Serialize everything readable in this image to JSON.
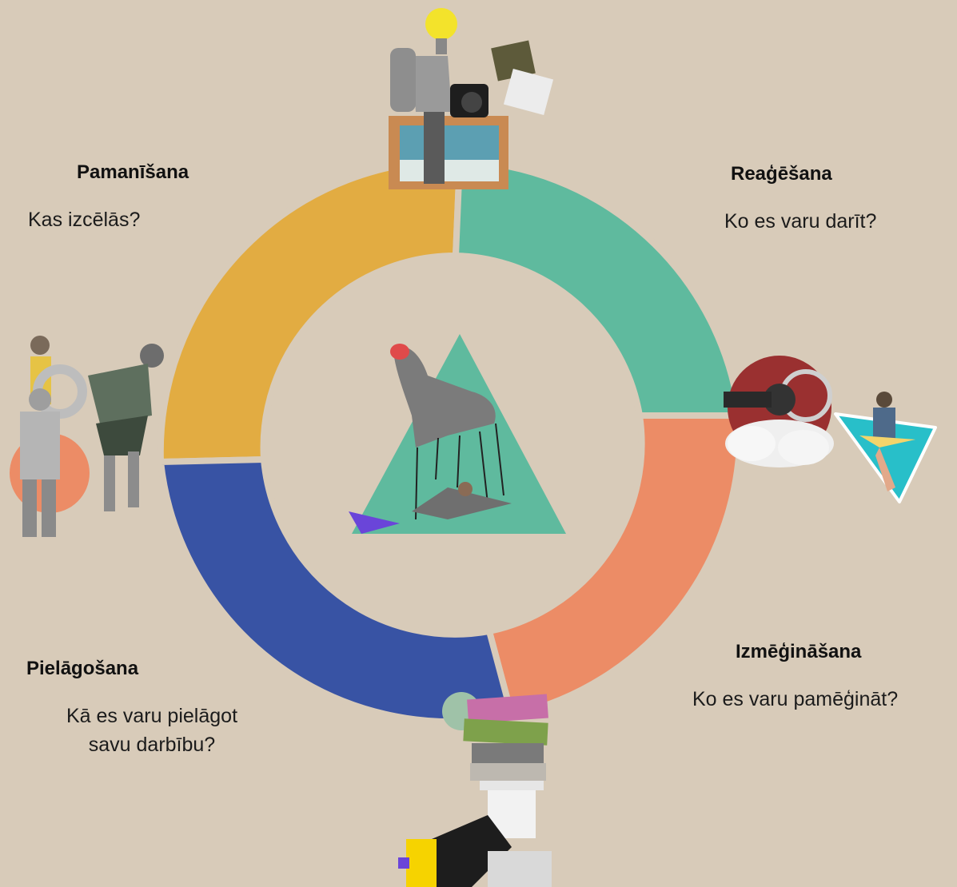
{
  "cycle": {
    "stages": [
      {
        "id": "noticing",
        "title": "Pamanīšana",
        "question": "Kas izcēlās?",
        "color": "#e2ac42"
      },
      {
        "id": "reacting",
        "title": "Reaģēšana",
        "question": "Ko es varu darīt?",
        "color": "#5fba9e"
      },
      {
        "id": "trying",
        "title": "Izmēģināšana",
        "question": "Ko es varu pamēģināt?",
        "color": "#ec8c66"
      },
      {
        "id": "adapting",
        "title": "Pielāgošana",
        "question_line1": "Kā es varu pielāgot",
        "question_line2": "savu darbību?",
        "color": "#3853a4"
      }
    ]
  },
  "palette": {
    "background": "#d8cbb9",
    "center_triangle": "#5fba9e",
    "accent_purple": "#6a45d9",
    "accent_teal": "#28bfc9",
    "accent_yellow": "#f6d300"
  },
  "illustrations": [
    "traveler-collage-icon",
    "family-collage-icon",
    "clouds-clock-collage-icon",
    "paper-plane-collage-icon",
    "books-hand-collage-icon",
    "puppet-hand-icon"
  ]
}
